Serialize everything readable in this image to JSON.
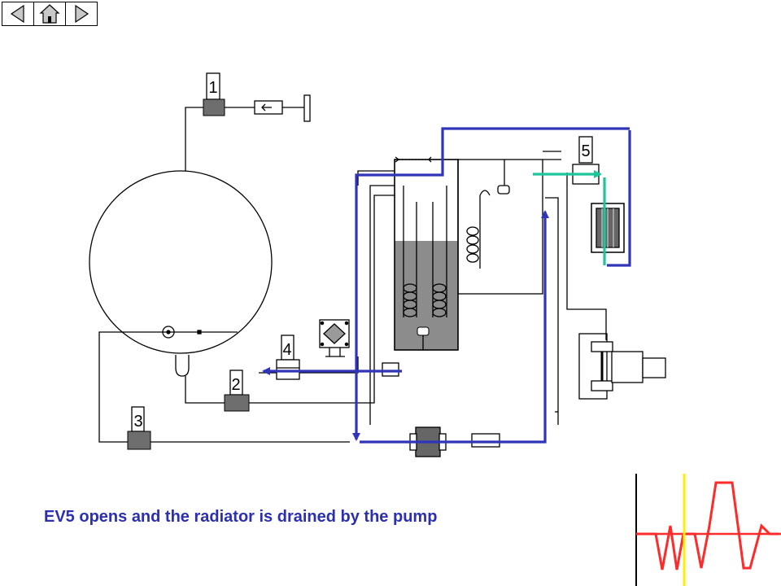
{
  "navigation": {
    "back_icon": "triangle-left-icon",
    "home_icon": "home-icon",
    "forward_icon": "triangle-right-icon"
  },
  "valves": {
    "ev1": "1",
    "ev2": "2",
    "ev3": "3",
    "ev4": "4",
    "ev5": "5"
  },
  "caption": "EV5 opens and the radiator is drained by the pump",
  "colors": {
    "flow_blue": "#3034b8",
    "flow_green": "#1ec49a",
    "pipe": "#000000",
    "liquid": "#8c8c8c",
    "valve": "#6e6e6e",
    "wave_red": "#ff2a2a",
    "marker_yellow": "#ffee00"
  }
}
